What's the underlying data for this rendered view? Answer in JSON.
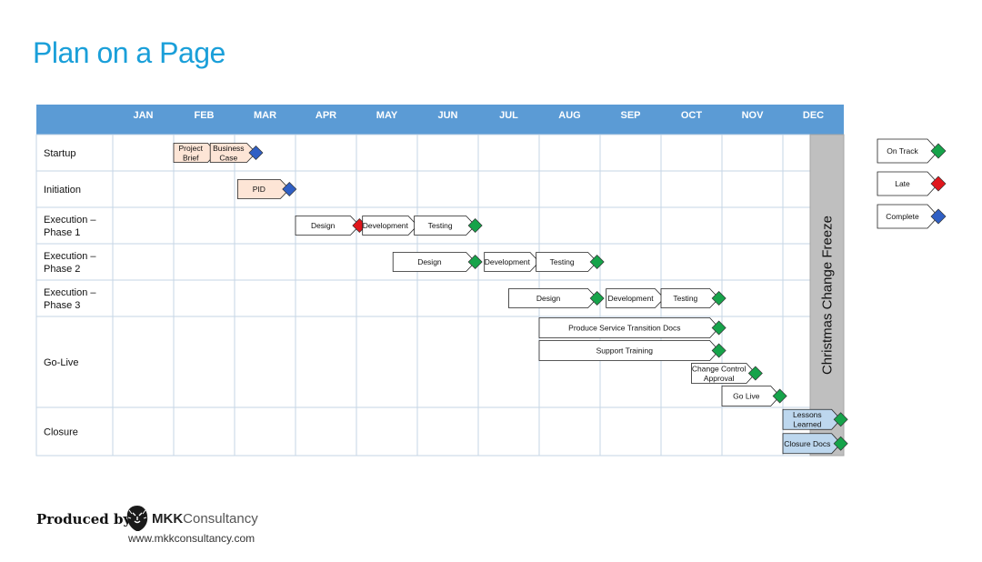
{
  "title": "Plan on a Page",
  "months": [
    "JAN",
    "FEB",
    "MAR",
    "APR",
    "MAY",
    "JUN",
    "JUL",
    "AUG",
    "SEP",
    "OCT",
    "NOV",
    "DEC"
  ],
  "rows": [
    {
      "id": "startup",
      "label": [
        "Startup"
      ]
    },
    {
      "id": "initiation",
      "label": [
        "Initiation"
      ]
    },
    {
      "id": "exec1",
      "label": [
        "Execution –",
        "Phase 1"
      ]
    },
    {
      "id": "exec2",
      "label": [
        "Execution –",
        "Phase 2"
      ]
    },
    {
      "id": "exec3",
      "label": [
        "Execution –",
        "Phase 3"
      ]
    },
    {
      "id": "golive",
      "label": [
        "Go-Live"
      ]
    },
    {
      "id": "closure",
      "label": [
        "Closure"
      ]
    }
  ],
  "freeze_label": "Christmas Change Freeze",
  "tasks": [
    {
      "row": "startup",
      "start": 1.0,
      "end": 1.7,
      "label": [
        "Project",
        "Brief"
      ],
      "fill": "#fde5d6",
      "status": "none"
    },
    {
      "row": "startup",
      "start": 1.6,
      "end": 2.35,
      "label": [
        "Business",
        "Case"
      ],
      "fill": "#fde5d6",
      "status": "complete"
    },
    {
      "row": "initiation",
      "start": 2.05,
      "end": 2.9,
      "label": [
        "PID"
      ],
      "fill": "#fde5d6",
      "status": "complete"
    },
    {
      "row": "exec1",
      "start": 3.0,
      "end": 4.05,
      "label": [
        "Design"
      ],
      "fill": "#ffffff",
      "status": "late"
    },
    {
      "row": "exec1",
      "start": 4.1,
      "end": 5.0,
      "label": [
        "Development"
      ],
      "fill": "#ffffff",
      "status": "none"
    },
    {
      "row": "exec1",
      "start": 4.95,
      "end": 5.95,
      "label": [
        "Testing"
      ],
      "fill": "#ffffff",
      "status": "on_track"
    },
    {
      "row": "exec2",
      "start": 4.6,
      "end": 5.95,
      "label": [
        "Design"
      ],
      "fill": "#ffffff",
      "status": "on_track"
    },
    {
      "row": "exec2",
      "start": 6.1,
      "end": 7.0,
      "label": [
        "Development"
      ],
      "fill": "#ffffff",
      "status": "none"
    },
    {
      "row": "exec2",
      "start": 6.95,
      "end": 7.95,
      "label": [
        "Testing"
      ],
      "fill": "#ffffff",
      "status": "on_track"
    },
    {
      "row": "exec3",
      "start": 6.5,
      "end": 7.95,
      "label": [
        "Design"
      ],
      "fill": "#ffffff",
      "status": "on_track"
    },
    {
      "row": "exec3",
      "start": 8.1,
      "end": 9.05,
      "label": [
        "Development"
      ],
      "fill": "#ffffff",
      "status": "none"
    },
    {
      "row": "exec3",
      "start": 9.0,
      "end": 9.95,
      "label": [
        "Testing"
      ],
      "fill": "#ffffff",
      "status": "on_track"
    },
    {
      "row": "golive",
      "sub": 0,
      "start": 7.0,
      "end": 9.95,
      "label": [
        "Produce Service Transition Docs"
      ],
      "fill": "#ffffff",
      "status": "on_track"
    },
    {
      "row": "golive",
      "sub": 1,
      "start": 7.0,
      "end": 9.95,
      "label": [
        "Support Training"
      ],
      "fill": "#ffffff",
      "status": "on_track"
    },
    {
      "row": "golive",
      "sub": 2,
      "start": 9.5,
      "end": 10.55,
      "label": [
        "Change Control",
        "Approval"
      ],
      "fill": "#ffffff",
      "status": "on_track"
    },
    {
      "row": "golive",
      "sub": 3,
      "start": 10.0,
      "end": 10.95,
      "label": [
        "Go Live"
      ],
      "fill": "#ffffff",
      "status": "on_track"
    },
    {
      "row": "closure",
      "sub": 0,
      "start": 11.0,
      "end": 11.95,
      "label": [
        "Lessons",
        "Learned"
      ],
      "fill": "#bdd7ee",
      "status": "on_track"
    },
    {
      "row": "closure",
      "sub": 1,
      "start": 11.0,
      "end": 11.95,
      "label": [
        "Closure Docs"
      ],
      "fill": "#bdd7ee",
      "status": "on_track"
    }
  ],
  "legend": [
    {
      "label": "On Track",
      "status": "on_track"
    },
    {
      "label": "Late",
      "status": "late"
    },
    {
      "label": "Complete",
      "status": "complete"
    }
  ],
  "colors": {
    "header": "#5b9bd5",
    "header_text": "#ffffff",
    "grid": "#c5d5e5",
    "freeze": "#bfbfbf",
    "on_track": "#16a34a",
    "late": "#e0161c",
    "complete": "#2f5fc4",
    "title": "#1a9fd9"
  },
  "footer": {
    "produced_by": "Produced by",
    "company_bold": "MKK",
    "company_light": "Consultancy",
    "url": "www.mkkconsultancy.com"
  }
}
